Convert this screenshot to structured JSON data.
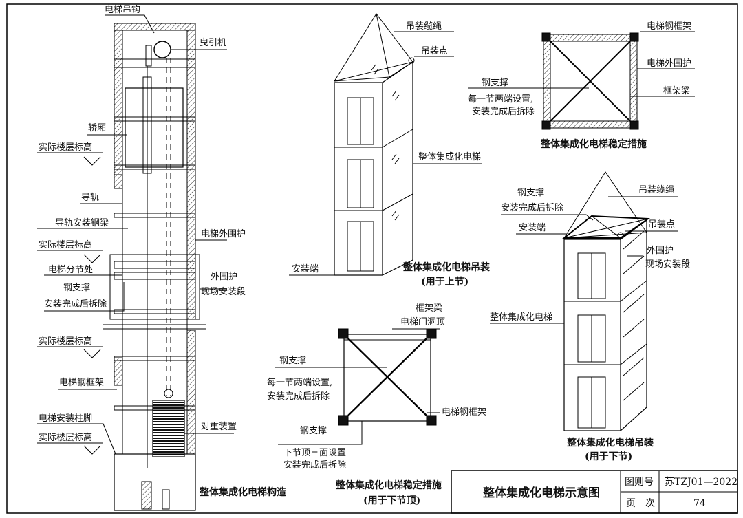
{
  "diagram": {
    "elevator_section": {
      "labels": {
        "hook": "电梯吊钩",
        "traction_machine": "曳引机",
        "car": "轿厢",
        "floor_level_1": "实际楼层标高",
        "guide_rail": "导轨",
        "guide_rail_beam": "导轨安装钢梁",
        "enclosure": "电梯外围护",
        "floor_level_2": "实际楼层标高",
        "section_joint": "电梯分节处",
        "steel_brace": "钢支撑",
        "steel_brace_note": "安装完成后拆除",
        "outer_enclosure": "外围护",
        "outer_enclosure_note": "现场安装段",
        "floor_level_3": "实际楼层标高",
        "steel_frame": "电梯钢框架",
        "foot": "电梯安装柱脚",
        "floor_level_4": "实际楼层标高",
        "counterweight": "对重装置"
      },
      "caption": "整体集成化电梯构造"
    },
    "upper_hoist": {
      "labels": {
        "cable": "吊装缆绳",
        "lift_point": "吊装点",
        "elevator": "整体集成化电梯",
        "install_end": "安装端"
      },
      "caption_1": "整体集成化电梯吊装",
      "caption_2": "(用于上节)"
    },
    "top_stability": {
      "labels": {
        "steel_frame": "电梯钢框架",
        "enclosure": "电梯外围护",
        "frame_beam": "框架梁",
        "brace": "钢支撑",
        "brace_note_1": "每一节两端设置,",
        "brace_note_2": "安装完成后拆除"
      },
      "caption": "整体集成化电梯稳定措施"
    },
    "lower_hoist": {
      "labels": {
        "brace": "钢支撑",
        "brace_note": "安装完成后拆除",
        "cable": "吊装缆绳",
        "install_end": "安装端",
        "lift_point": "吊装点",
        "enclosure": "外围护",
        "enclosure_note": "现场安装段",
        "elevator": "整体集成化电梯"
      },
      "caption_1": "整体集成化电梯吊装",
      "caption_2": "(用于下节)"
    },
    "bottom_stability": {
      "labels": {
        "frame_beam": "框架梁",
        "door_top": "电梯门洞顶",
        "brace": "钢支撑",
        "brace_note_1": "每一节两端设置,",
        "brace_note_2": "安装完成后拆除",
        "steel_frame": "电梯钢框架",
        "brace_2": "钢支撑",
        "brace_2_note_1": "下节顶三面设置",
        "brace_2_note_2": "安装完成后拆除"
      },
      "caption_1": "整体集成化电梯稳定措施",
      "caption_2": "(用于下节顶)"
    }
  },
  "title_block": {
    "title": "整体集成化电梯示意图",
    "atlas_label": "图则号",
    "atlas_value": "苏TZJ01—2022",
    "page_label": "页　次",
    "page_value": "74"
  }
}
